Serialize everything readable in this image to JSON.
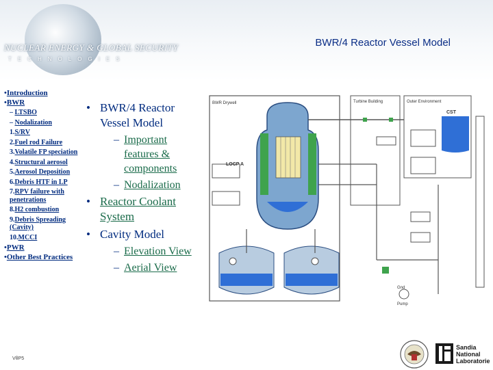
{
  "header": {
    "logo_main": "NUCLEAR ENERGY & GLOBAL SECURITY",
    "logo_sub": "TECHNOLOGIES",
    "title": "BWR/4 Reactor Vessel Model"
  },
  "nav": {
    "items": [
      {
        "bullet": "•",
        "label": "Introduction"
      },
      {
        "bullet": "•",
        "label": "BWR"
      }
    ],
    "bwr_sub": [
      {
        "prefix": "– ",
        "label": "LTSBO"
      },
      {
        "prefix": "– ",
        "label": "Nodalization"
      },
      {
        "prefix": "1.",
        "label": "S/RV"
      },
      {
        "prefix": "2.",
        "label": "Fuel rod Failure"
      },
      {
        "prefix": "3.",
        "label": "Volatile FP speciation"
      },
      {
        "prefix": "4.",
        "label": "Structural aerosol"
      },
      {
        "prefix": "5.",
        "label": "Aerosol Deposition"
      },
      {
        "prefix": "6.",
        "label": "Debris HTF in LP"
      },
      {
        "prefix": "7.",
        "label": "RPV failure with penetrations"
      },
      {
        "prefix": "8.",
        "label": "H2 combustion"
      },
      {
        "prefix": "9.",
        "label": "Debris Spreading (Cavity)"
      },
      {
        "prefix": "10.",
        "label": "MCCI"
      }
    ],
    "tail": [
      {
        "bullet": "•",
        "label": "PWR"
      },
      {
        "bullet": "•",
        "label": "Other Best Practices"
      }
    ]
  },
  "outline": {
    "b1": "BWR/4 Reactor Vessel Model",
    "b1_subs": [
      "Important features & components",
      "Nodalization"
    ],
    "b2": "Reactor Coolant System",
    "b3": "Cavity Model",
    "b3_subs": [
      "Elevation View",
      "Aerial View"
    ]
  },
  "diagram": {
    "labels": {
      "bwr_drywell": "BWR Drywell",
      "turbine_building": "Turbine Building",
      "outer_environment": "Outer Environment",
      "cst": "CST",
      "locpa": "LOCP A",
      "ground": "Gnd",
      "pump": "Pump"
    },
    "colors": {
      "steel": "#7da6cf",
      "water": "#2f6fd6",
      "green": "#3fa34d",
      "pipe": "#555555"
    }
  },
  "footer": {
    "slide_id": "VθP5"
  },
  "logos": {
    "seal": "seal-icon",
    "snl_line1": "Sandia",
    "snl_line2": "National",
    "snl_line3": "Laboratories"
  }
}
